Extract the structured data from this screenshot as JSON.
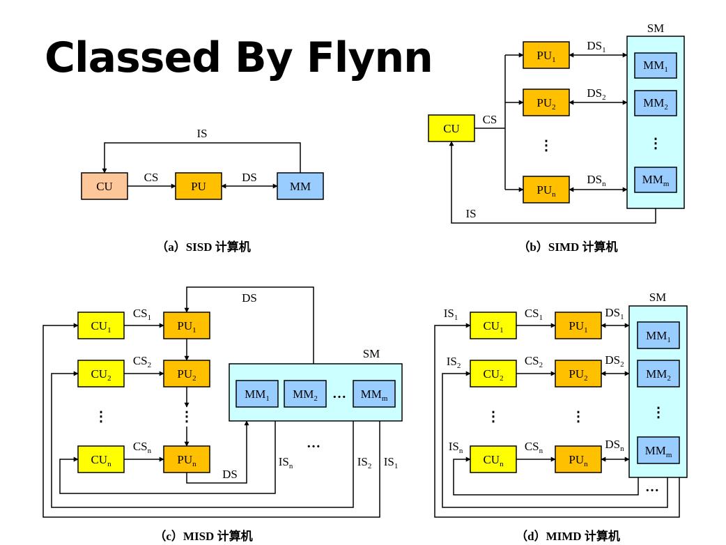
{
  "title": "Classed By Flynn",
  "colors": {
    "cu_sisd": "#FDC79A",
    "cu": "#FFFF00",
    "pu": "#FFC000",
    "mm": "#99CCFF",
    "sm": "#CCFFFF"
  },
  "labels": {
    "cu": "CU",
    "pu": "PU",
    "mm": "MM",
    "sm": "SM",
    "cs": "CS",
    "ds": "DS",
    "is": "IS",
    "ellipsis": "…",
    "vdots": "⋮"
  },
  "subscripts": {
    "one": "1",
    "two": "2",
    "n": "n",
    "m": "m"
  },
  "captions": {
    "a": "（a）SISD 计算机",
    "b": "（b）SIMD 计算机",
    "c": "（c）MISD 计算机",
    "d": "（d）MIMD 计算机"
  }
}
